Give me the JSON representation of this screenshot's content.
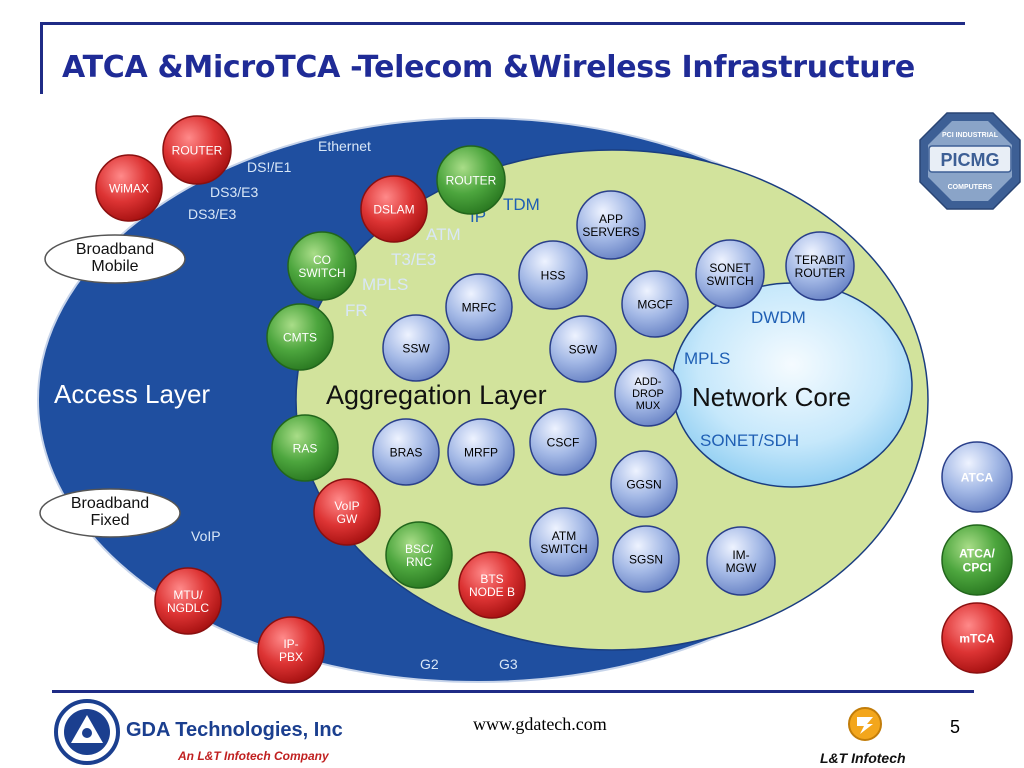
{
  "title": "ATCA &MicroTCA -Telecom &Wireless Infrastructure",
  "colors": {
    "blue": "#1f4fa0",
    "green": "#d2e39c",
    "core": "#bfe4f8",
    "red": "#d63131",
    "green_node": "#4aa33c",
    "blue_node": "#8ea8dc",
    "title": "#1f2b96"
  },
  "layers": {
    "access": "Access Layer",
    "aggregation": "Aggregation Layer",
    "core": "Network Core"
  },
  "badges": {
    "broadband_mobile": [
      "Broadband",
      "Mobile"
    ],
    "broadband_fixed": [
      "Broadband",
      "Fixed"
    ]
  },
  "protocol_labels": {
    "ethernet": "Ethernet",
    "ds1": "DS!/E1",
    "ds3a": "DS3/E3",
    "ds3b": "DS3/E3",
    "ip": "IP",
    "tdm": "TDM",
    "atm": "ATM",
    "t3": "T3/E3",
    "mpls": "MPLS",
    "fr": "FR",
    "voip": "VoIP",
    "g2": "G2",
    "g3": "G3",
    "dwdm": "DWDM",
    "mpls_core": "MPLS",
    "sonet": "SONET/SDH"
  },
  "nodes": [
    {
      "id": "router-1",
      "lines": [
        "ROUTER"
      ],
      "type": "red"
    },
    {
      "id": "wimax",
      "lines": [
        "WiMAX"
      ],
      "type": "red"
    },
    {
      "id": "dslam",
      "lines": [
        "DSLAM"
      ],
      "type": "red"
    },
    {
      "id": "router-2",
      "lines": [
        "ROUTER"
      ],
      "type": "green"
    },
    {
      "id": "co-switch",
      "lines": [
        "CO",
        "SWITCH"
      ],
      "type": "green"
    },
    {
      "id": "cmts",
      "lines": [
        "CMTS"
      ],
      "type": "green"
    },
    {
      "id": "ras",
      "lines": [
        "RAS"
      ],
      "type": "green"
    },
    {
      "id": "voip-gw",
      "lines": [
        "VoIP",
        "GW"
      ],
      "type": "red"
    },
    {
      "id": "bsc-rnc",
      "lines": [
        "BSC/",
        "RNC"
      ],
      "type": "green"
    },
    {
      "id": "bts-node-b",
      "lines": [
        "BTS",
        "NODE B"
      ],
      "type": "red"
    },
    {
      "id": "mtu-ngdlc",
      "lines": [
        "MTU/",
        "NGDLC"
      ],
      "type": "red"
    },
    {
      "id": "ip-pbx",
      "lines": [
        "IP-",
        "PBX"
      ],
      "type": "red"
    },
    {
      "id": "app-servers",
      "lines": [
        "APP",
        "SERVERS"
      ],
      "type": "blue"
    },
    {
      "id": "hss",
      "lines": [
        "HSS"
      ],
      "type": "blue"
    },
    {
      "id": "mrfc",
      "lines": [
        "MRFC"
      ],
      "type": "blue"
    },
    {
      "id": "mgcf",
      "lines": [
        "MGCF"
      ],
      "type": "blue"
    },
    {
      "id": "sonet-switch",
      "lines": [
        "SONET",
        "SWITCH"
      ],
      "type": "blue"
    },
    {
      "id": "terabit-router",
      "lines": [
        "TERABIT",
        "ROUTER"
      ],
      "type": "blue"
    },
    {
      "id": "ssw",
      "lines": [
        "SSW"
      ],
      "type": "blue"
    },
    {
      "id": "sgw",
      "lines": [
        "SGW"
      ],
      "type": "blue"
    },
    {
      "id": "add-drop-mux",
      "lines": [
        "ADD-",
        "DROP",
        "MUX"
      ],
      "type": "blue"
    },
    {
      "id": "bras",
      "lines": [
        "BRAS"
      ],
      "type": "blue"
    },
    {
      "id": "mrfp",
      "lines": [
        "MRFP"
      ],
      "type": "blue"
    },
    {
      "id": "cscf",
      "lines": [
        "CSCF"
      ],
      "type": "blue"
    },
    {
      "id": "ggsn",
      "lines": [
        "GGSN"
      ],
      "type": "blue"
    },
    {
      "id": "atm-switch",
      "lines": [
        "ATM",
        "SWITCH"
      ],
      "type": "blue"
    },
    {
      "id": "sgsn",
      "lines": [
        "SGSN"
      ],
      "type": "blue"
    },
    {
      "id": "im-mgw",
      "lines": [
        "IM-",
        "MGW"
      ],
      "type": "blue"
    }
  ],
  "legend": [
    {
      "label": "ATCA",
      "type": "blue"
    },
    {
      "label": "ATCA/ CPCI",
      "lines": [
        "ATCA/",
        "CPCI"
      ],
      "type": "green"
    },
    {
      "label": "mTCA",
      "type": "red"
    }
  ],
  "picmg_logo": {
    "brand": "PICMG",
    "top_text": "PCI INDUSTRIAL",
    "bottom_text": "COMPUTERS"
  },
  "footer": {
    "company": "GDA Technologies, Inc",
    "subtitle": "An L&T Infotech Company",
    "website": "www.gdatech.com",
    "page": "5",
    "partner": "L&T Infotech"
  }
}
